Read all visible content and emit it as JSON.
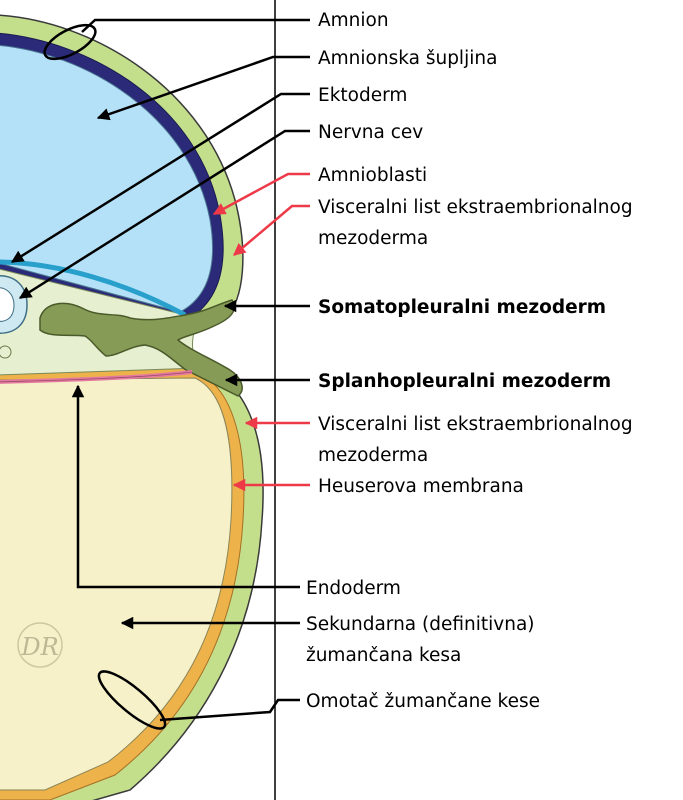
{
  "colors": {
    "amnion_layer": "#c4df8c",
    "amniotic_cavity": "#b5e1f8",
    "amnioblast_band": "#2b2a78",
    "ectoderm": "#29a0cc",
    "mesoderm": "#869c56",
    "embryo_disc": "#e6efcf",
    "yolk_sac": "#f6f1c9",
    "heuser_membrane": "#edb24a",
    "endoderm": "#e47aa1",
    "black_pointer": "#000000",
    "red_pointer": "#ee3a48"
  },
  "labels": {
    "amnion": "Amnion",
    "amnionska_supljina": "Amnionska šupljina",
    "ektoderm": "Ektoderm",
    "nervna_cev": "Nervna cev",
    "amnioblasti": "Amnioblasti",
    "visceralni_1_line1": "Visceralni list ekstraembrionalnog",
    "visceralni_1_line2": "mezoderma",
    "somatopleuralni": "Somatopleuralni mezoderm",
    "splanhopleuralni": "Splanhopleuralni mezoderm",
    "visceralni_2_line1": "Visceralni list ekstraembrionalnog",
    "visceralni_2_line2": "mezoderma",
    "heuserova": "Heuserova membrana",
    "endoderm": "Endoderm",
    "sekundarna_line1": "Sekundarna (definitivna)",
    "sekundarna_line2": "žumančana kesa",
    "omotac": "Omotač žumančane kese"
  },
  "watermark": "DR"
}
